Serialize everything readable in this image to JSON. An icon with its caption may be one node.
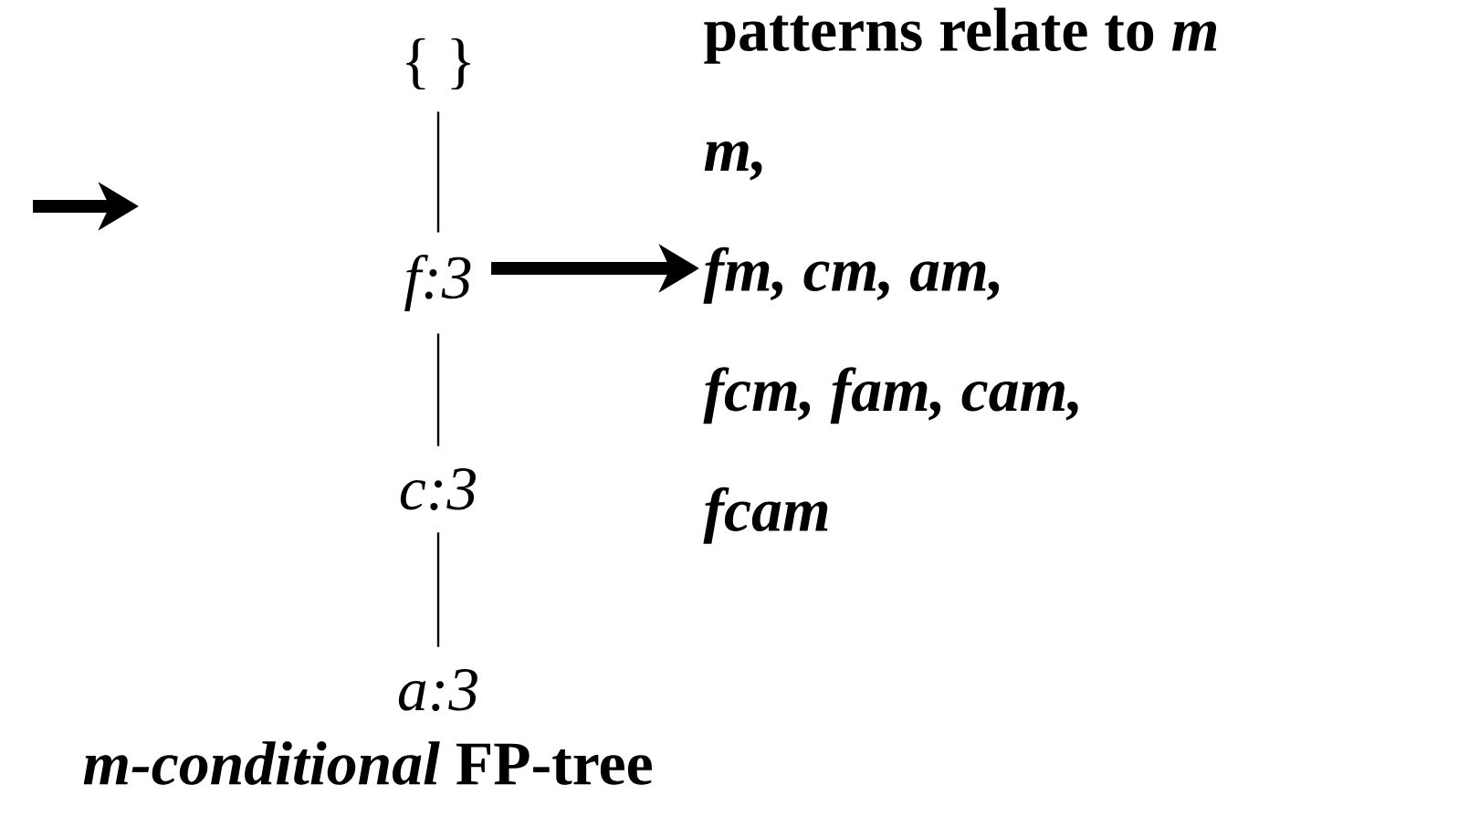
{
  "diagram": {
    "nodes": [
      {
        "text": [
          "{ }"
        ]
      },
      {
        "text": [
          "f:3"
        ]
      },
      {
        "text": [
          "c:3"
        ]
      },
      {
        "text": [
          "a:3"
        ]
      },
      {
        "text": [
          "patterns relate to *m*",
          "m,",
          "fm, cm, am,",
          "fcm, fam, cam,",
          "fcam"
        ]
      }
    ],
    "edges": [
      {
        "from": 0,
        "to": 1,
        "arrow": "none"
      },
      {
        "from": 1,
        "to": 2,
        "arrow": "none"
      },
      {
        "from": 2,
        "to": 3,
        "arrow": "none"
      },
      {
        "from": 1,
        "to": 4,
        "arrow": "to",
        "style": "thick"
      }
    ],
    "labels": [
      "*m-conditional* FP-tree"
    ]
  }
}
